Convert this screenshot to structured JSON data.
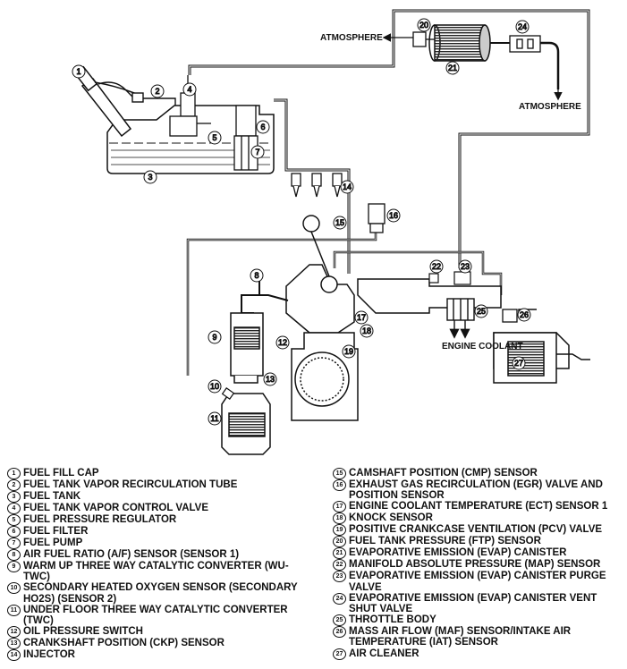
{
  "labels": {
    "atmosphere_top": "ATMOSPHERE",
    "atmosphere_right": "ATMOSPHERE",
    "engine_coolant": "ENGINE COOLANT"
  },
  "callouts": {
    "1": "1",
    "2": "2",
    "3": "3",
    "4": "4",
    "5": "5",
    "6": "6",
    "7": "7",
    "8": "8",
    "9": "9",
    "10": "10",
    "11": "11",
    "12": "12",
    "13": "13",
    "14": "14",
    "15": "15",
    "16": "16",
    "17": "17",
    "18": "18",
    "19": "19",
    "20": "20",
    "21": "21",
    "22": "22",
    "23": "23",
    "24": "24",
    "25": "25",
    "26": "26",
    "27": "27"
  },
  "legend_left": [
    {
      "num": "1",
      "text": "FUEL FILL CAP"
    },
    {
      "num": "2",
      "text": "FUEL TANK VAPOR RECIRCULATION TUBE"
    },
    {
      "num": "3",
      "text": "FUEL TANK"
    },
    {
      "num": "4",
      "text": "FUEL TANK VAPOR CONTROL VALVE"
    },
    {
      "num": "5",
      "text": "FUEL PRESSURE REGULATOR"
    },
    {
      "num": "6",
      "text": "FUEL FILTER"
    },
    {
      "num": "7",
      "text": "FUEL PUMP"
    },
    {
      "num": "8",
      "text": "AIR FUEL RATIO (A/F) SENSOR (SENSOR 1)"
    },
    {
      "num": "9",
      "text": "WARM UP THREE WAY CATALYTIC CONVERTER (WU-TWC)"
    },
    {
      "num": "10",
      "text": "SECONDARY HEATED OXYGEN SENSOR (SECONDARY HO2S) (SENSOR 2)"
    },
    {
      "num": "11",
      "text": "UNDER FLOOR THREE WAY CATALYTIC CONVERTER (TWC)"
    },
    {
      "num": "12",
      "text": "OIL PRESSURE SWITCH"
    },
    {
      "num": "13",
      "text": "CRANKSHAFT POSITION (CKP) SENSOR"
    },
    {
      "num": "14",
      "text": "INJECTOR"
    }
  ],
  "legend_right": [
    {
      "num": "15",
      "text": "CAMSHAFT POSITION (CMP) SENSOR"
    },
    {
      "num": "16",
      "text": "EXHAUST GAS RECIRCULATION (EGR) VALVE and POSITION SENSOR"
    },
    {
      "num": "17",
      "text": "ENGINE COOLANT TEMPERATURE (ECT) SENSOR 1"
    },
    {
      "num": "18",
      "text": "KNOCK SENSOR"
    },
    {
      "num": "19",
      "text": "POSITIVE CRANKCASE VENTILATION (PCV) VALVE"
    },
    {
      "num": "20",
      "text": "FUEL TANK PRESSURE (FTP) SENSOR"
    },
    {
      "num": "21",
      "text": "EVAPORATIVE EMISSION (EVAP) CANISTER"
    },
    {
      "num": "22",
      "text": "MANIFOLD ABSOLUTE PRESSURE (MAP) SENSOR"
    },
    {
      "num": "23",
      "text": "EVAPORATIVE EMISSION (EVAP) CANISTER PURGE VALVE"
    },
    {
      "num": "24",
      "text": "EVAPORATIVE EMISSION (EVAP) CANISTER VENT SHUT VALVE"
    },
    {
      "num": "25",
      "text": "THROTTLE BODY"
    },
    {
      "num": "26",
      "text": "MASS AIR FLOW (MAF) SENSOR/INTAKE AIR TEMPERATURE (IAT) SENSOR"
    },
    {
      "num": "27",
      "text": "AIR CLEANER"
    }
  ]
}
